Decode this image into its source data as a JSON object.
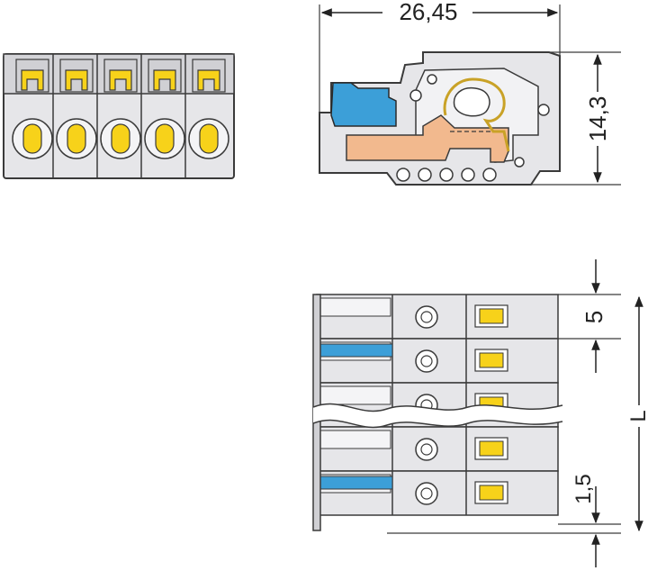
{
  "dimensions": {
    "width_label": "26,45",
    "height_label": "14,3",
    "pitch_label": "5",
    "offset_label": "1,5",
    "length_label": "L"
  },
  "colors": {
    "housing_fill": "#e6e6e9",
    "housing_shade": "#d0d0d4",
    "outline": "#3a3a3a",
    "clamp_yellow": "#f7d21a",
    "actuator_blue": "#3c9fd8",
    "contact_orange": "#f2b98e",
    "spring_gold": "#c9a227"
  },
  "front_view": {
    "pole_count": 5
  },
  "top_view": {
    "visible_pole_rows": 5
  }
}
